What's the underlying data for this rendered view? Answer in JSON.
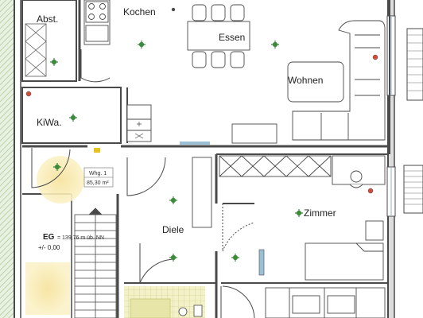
{
  "rooms": {
    "abst": "Abst.",
    "kochen": "Kochen",
    "essen": "Essen",
    "wohnen": "Wohnen",
    "kiwa": "KiWa.",
    "zimmer": "Zimmer",
    "diele": "Diele"
  },
  "unit": {
    "label": "Whg. 1",
    "area": "85,30 m²"
  },
  "level": {
    "name": "EG",
    "elevation": "+/- 0,00",
    "nn": "= 139,76 m üb. NN"
  },
  "colors": {
    "wall": "#4a4a4a",
    "hatch": "#b7d4a7",
    "light_fixture": "#f6e9a6",
    "window": "#9bc0d6",
    "lamp_marker": "#3d8a3d",
    "socket": "#d64a3a",
    "tile": "#e7e6a8",
    "door_marker": "#e6c320"
  }
}
